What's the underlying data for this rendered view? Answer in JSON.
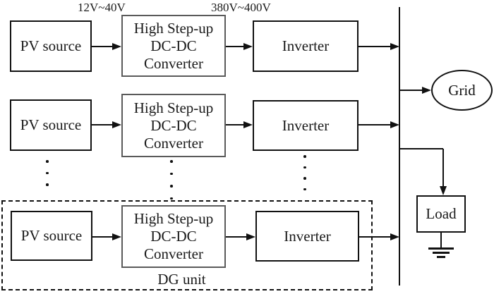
{
  "diagram": {
    "voltage_labels": {
      "input": "12V~40V",
      "output": "380V~400V"
    },
    "rows": [
      {
        "pv_label": "PV source",
        "converter_lines": [
          "High Step-up",
          "DC-DC",
          "Converter"
        ],
        "inverter_label": "Inverter"
      },
      {
        "pv_label": "PV source",
        "converter_lines": [
          "High Step-up",
          "DC-DC",
          "Converter"
        ],
        "inverter_label": "Inverter"
      },
      {
        "pv_label": "PV source",
        "converter_lines": [
          "High Step-up",
          "DC-DC",
          "Converter"
        ],
        "inverter_label": "Inverter"
      }
    ],
    "grid_label": "Grid",
    "load_label": "Load",
    "dg_unit_label": "DG unit",
    "colors": {
      "line": "#111111",
      "converter_border": "#5a5a5a",
      "background": "#ffffff"
    }
  }
}
